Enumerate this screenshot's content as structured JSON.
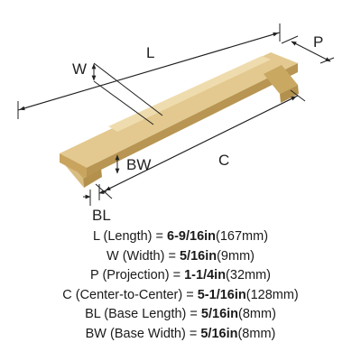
{
  "diagram": {
    "labels": {
      "L": "L",
      "W": "W",
      "P": "P",
      "C": "C",
      "BL": "BL",
      "BW": "BW"
    },
    "colors": {
      "handle": "#d7b877",
      "handle_dark": "#b3914d",
      "handle_light": "#ead6a4",
      "line": "#222222"
    }
  },
  "specs": [
    {
      "name": "L (Length) = ",
      "value": "6-9/16in",
      "metric": "(167mm)"
    },
    {
      "name": "W (Width) = ",
      "value": "5/16in",
      "metric": "(9mm)"
    },
    {
      "name": "P (Projection) = ",
      "value": "1-1/4in",
      "metric": "(32mm)"
    },
    {
      "name": "C (Center-to-Center) = ",
      "value": "5-1/16in",
      "metric": "(128mm)"
    },
    {
      "name": "BL (Base Length) = ",
      "value": "5/16in",
      "metric": "(8mm)"
    },
    {
      "name": "BW (Base Width) = ",
      "value": "5/16in",
      "metric": "(8mm)"
    }
  ]
}
